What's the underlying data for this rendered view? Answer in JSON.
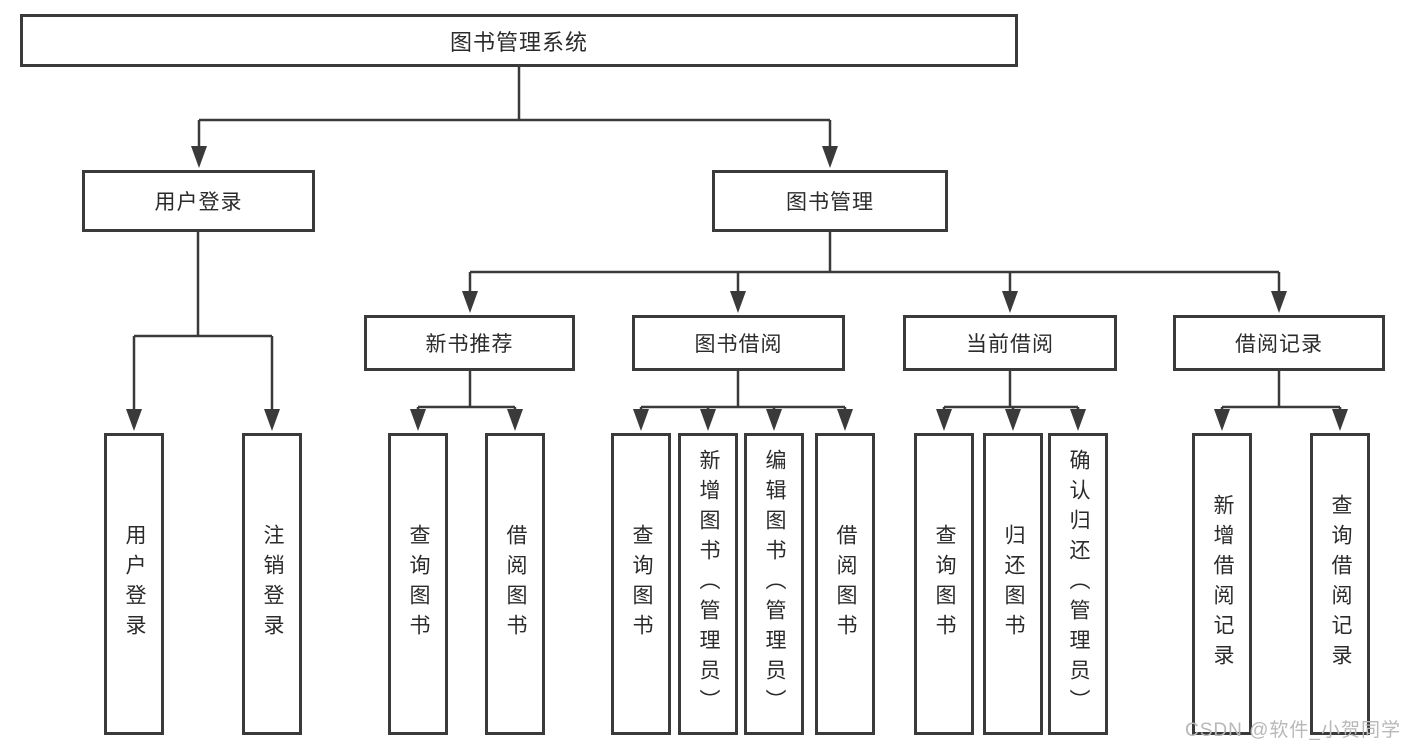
{
  "diagram": {
    "root": {
      "label": "图书管理系统"
    },
    "branches": [
      {
        "label": "用户登录",
        "leaves": [
          {
            "label": "用户登录"
          },
          {
            "label": "注销登录"
          }
        ]
      },
      {
        "label": "图书管理",
        "categories": [
          {
            "label": "新书推荐",
            "leaves": [
              {
                "label": "查询图书"
              },
              {
                "label": "借阅图书"
              }
            ]
          },
          {
            "label": "图书借阅",
            "leaves": [
              {
                "label": "查询图书"
              },
              {
                "label": "新增图书（管理员）"
              },
              {
                "label": "编辑图书（管理员）"
              },
              {
                "label": "借阅图书"
              }
            ]
          },
          {
            "label": "当前借阅",
            "leaves": [
              {
                "label": "查询图书"
              },
              {
                "label": "归还图书"
              },
              {
                "label": "确认归还（管理员）"
              }
            ]
          },
          {
            "label": "借阅记录",
            "leaves": [
              {
                "label": "新增借阅记录"
              },
              {
                "label": "查询借阅记录"
              }
            ]
          }
        ]
      }
    ]
  },
  "watermark": {
    "text": "CSDN @软件_小贺同学"
  },
  "colors": {
    "line": "#3a3a3a",
    "box_border": "#3a3a3a",
    "text": "#2b2b2b",
    "background": "#ffffff",
    "watermark": "#b8b8b8"
  }
}
